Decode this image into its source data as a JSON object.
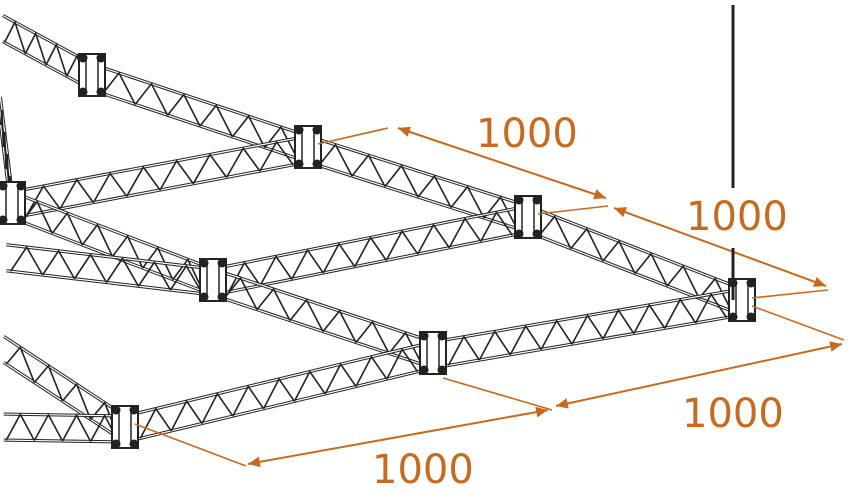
{
  "diagram": {
    "dimension_color": "#c86a1e",
    "structure_color": "#222222",
    "dimensions": [
      {
        "id": "top",
        "text": "1000"
      },
      {
        "id": "right",
        "text": "1000"
      },
      {
        "id": "front-right",
        "text": "1000"
      },
      {
        "id": "front-left",
        "text": "1000"
      }
    ]
  }
}
